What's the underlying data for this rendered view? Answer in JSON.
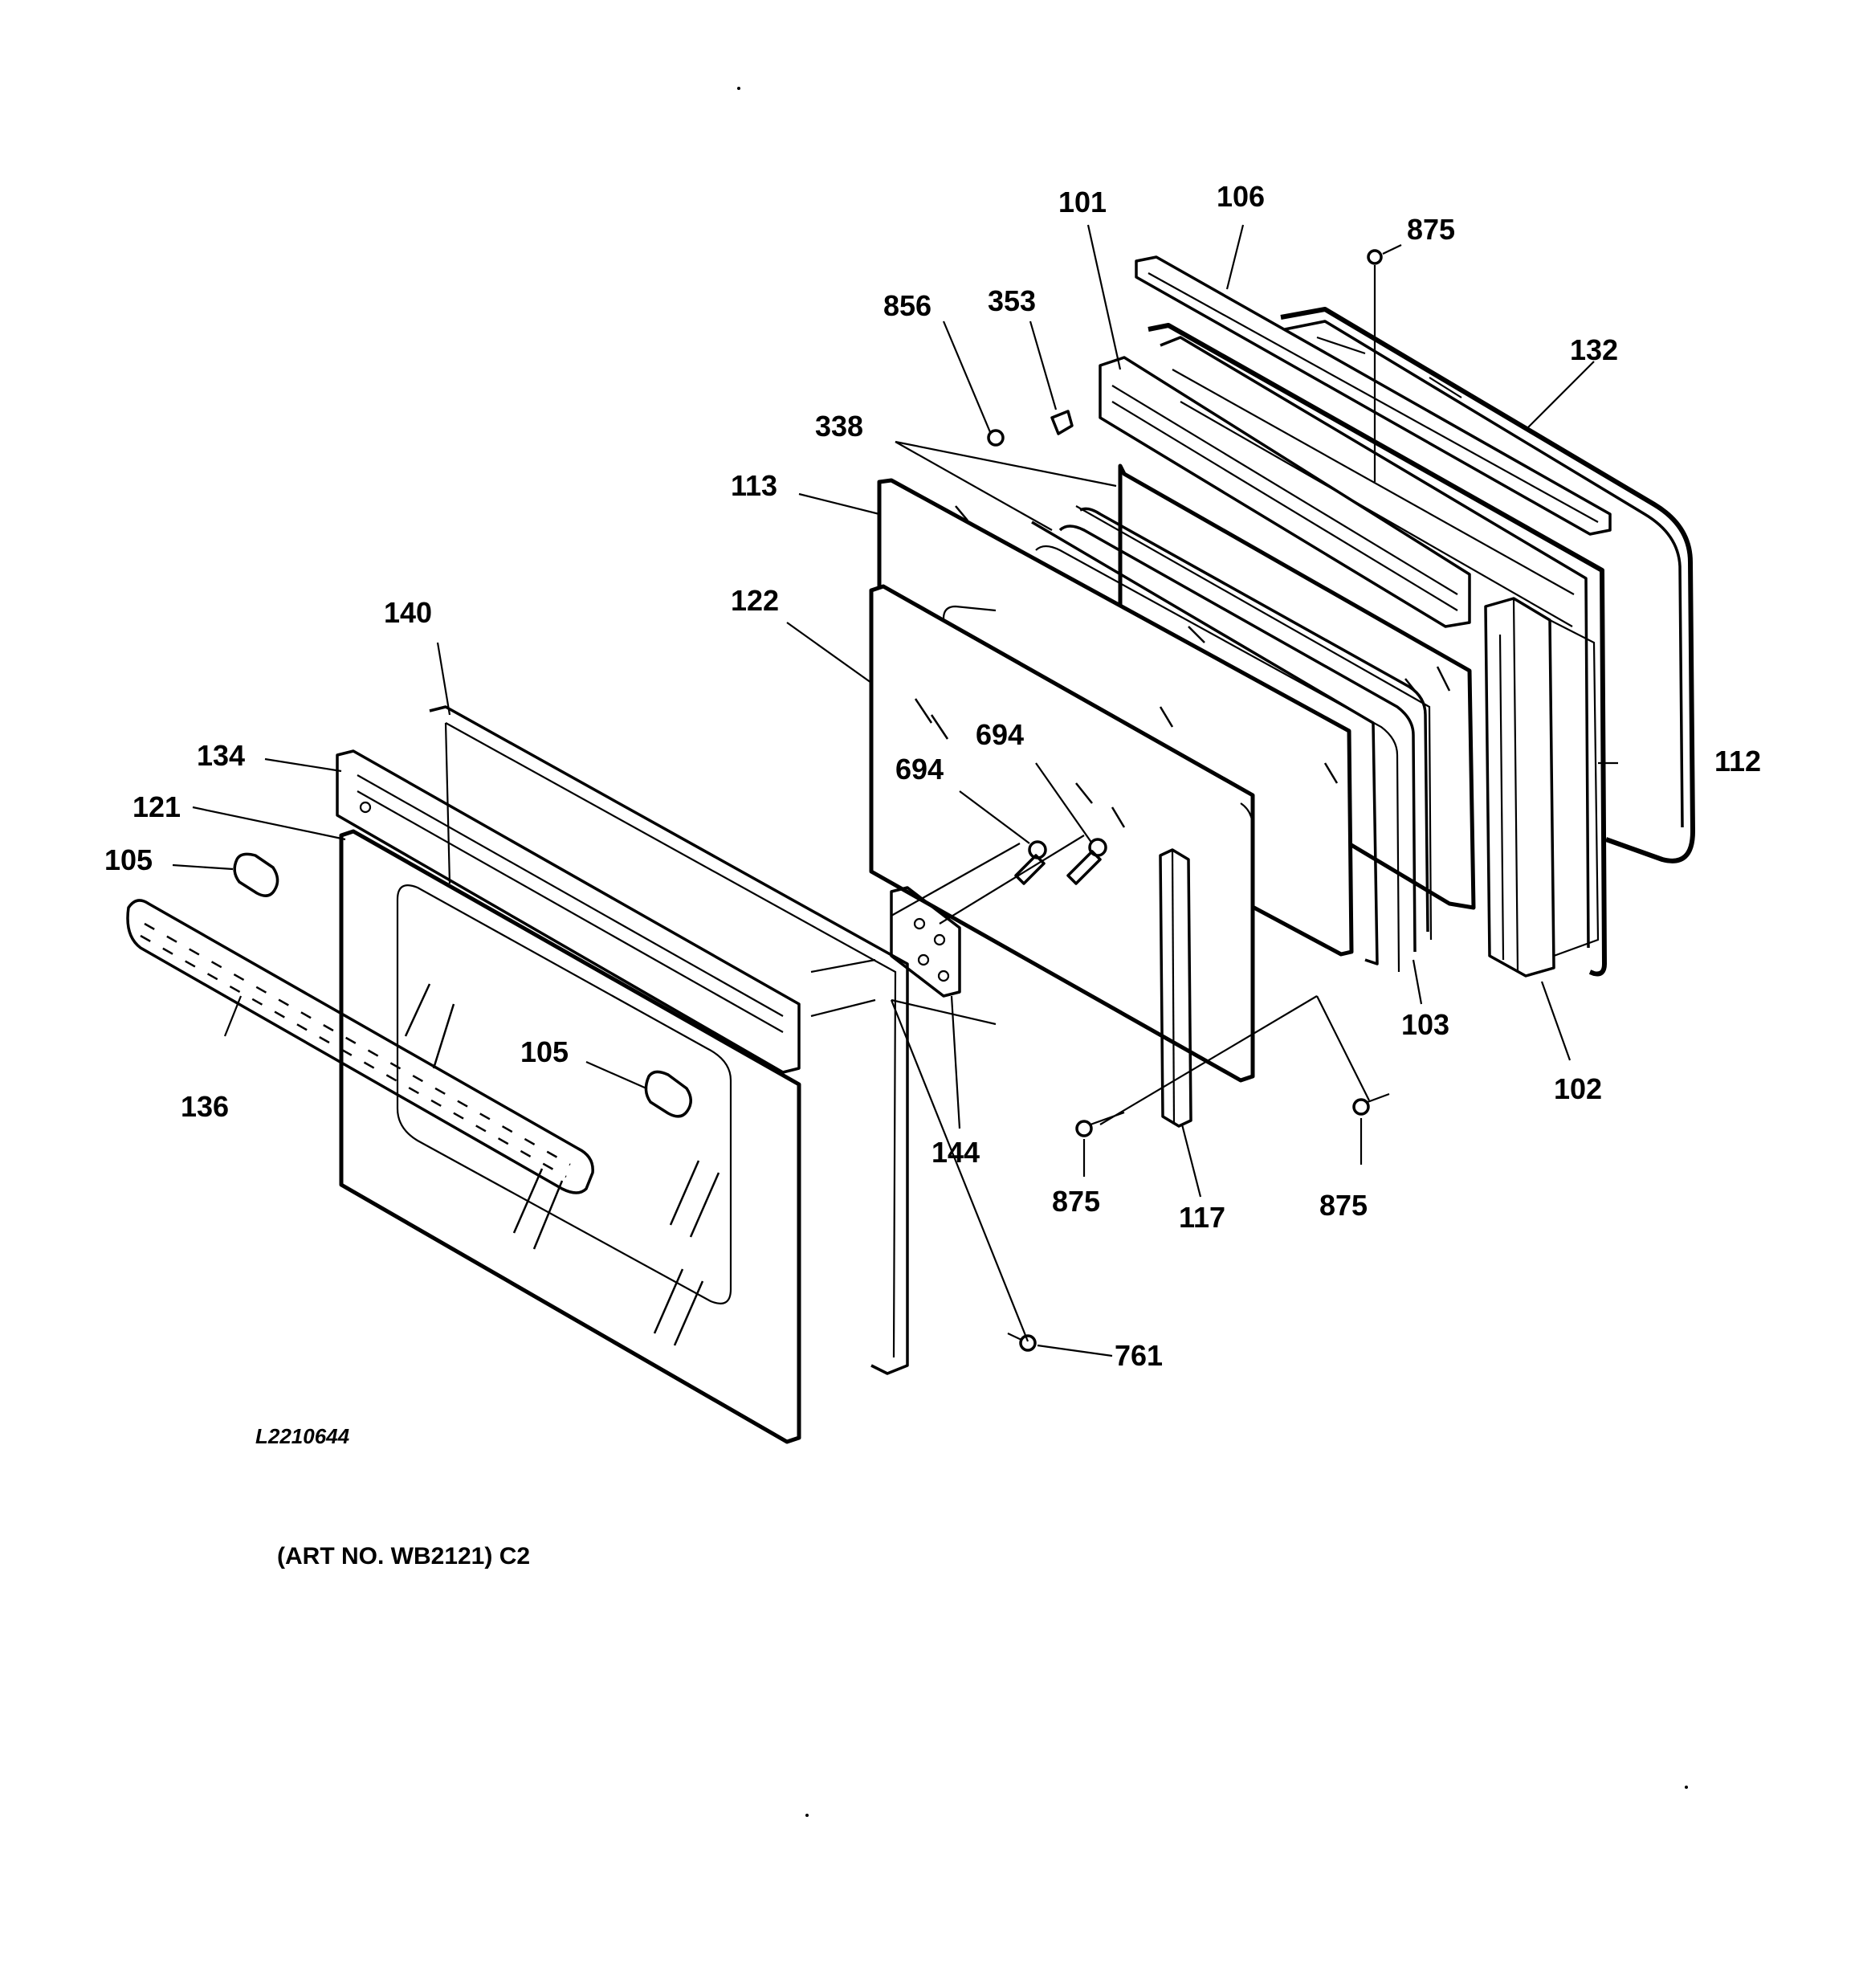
{
  "labels": {
    "l101": "101",
    "l106": "106",
    "l875_top": "875",
    "l132": "132",
    "l856": "856",
    "l353": "353",
    "l338": "338",
    "l113": "113",
    "l122": "122",
    "l140": "140",
    "l134": "134",
    "l121": "121",
    "l105_left": "105",
    "l694_a": "694",
    "l694_b": "694",
    "l112": "112",
    "l103": "103",
    "l102": "102",
    "l105_mid": "105",
    "l136": "136",
    "l144": "144",
    "l875_left": "875",
    "l117": "117",
    "l875_right": "875",
    "l761": "761"
  },
  "drawing_code": "L2210644",
  "art_number": "(ART NO. WB2121) C2"
}
